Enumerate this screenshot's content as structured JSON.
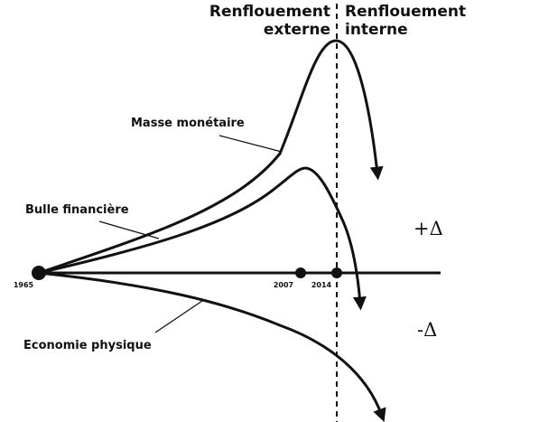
{
  "diagram": {
    "headers": {
      "left_line1": "Renflouement",
      "left_line2": "externe",
      "right_line1": "Renflouement",
      "right_line2": "interne"
    },
    "curves": {
      "money_mass": "Masse monétaire",
      "financial_bubble": "Bulle financière",
      "physical_economy": "Economie physique"
    },
    "years": {
      "start": "1965",
      "mid": "2007",
      "end": "2014"
    },
    "deltas": {
      "positive": "+Δ",
      "negative": "-Δ"
    },
    "colors": {
      "ink": "#111111",
      "background": "#ffffff"
    }
  }
}
